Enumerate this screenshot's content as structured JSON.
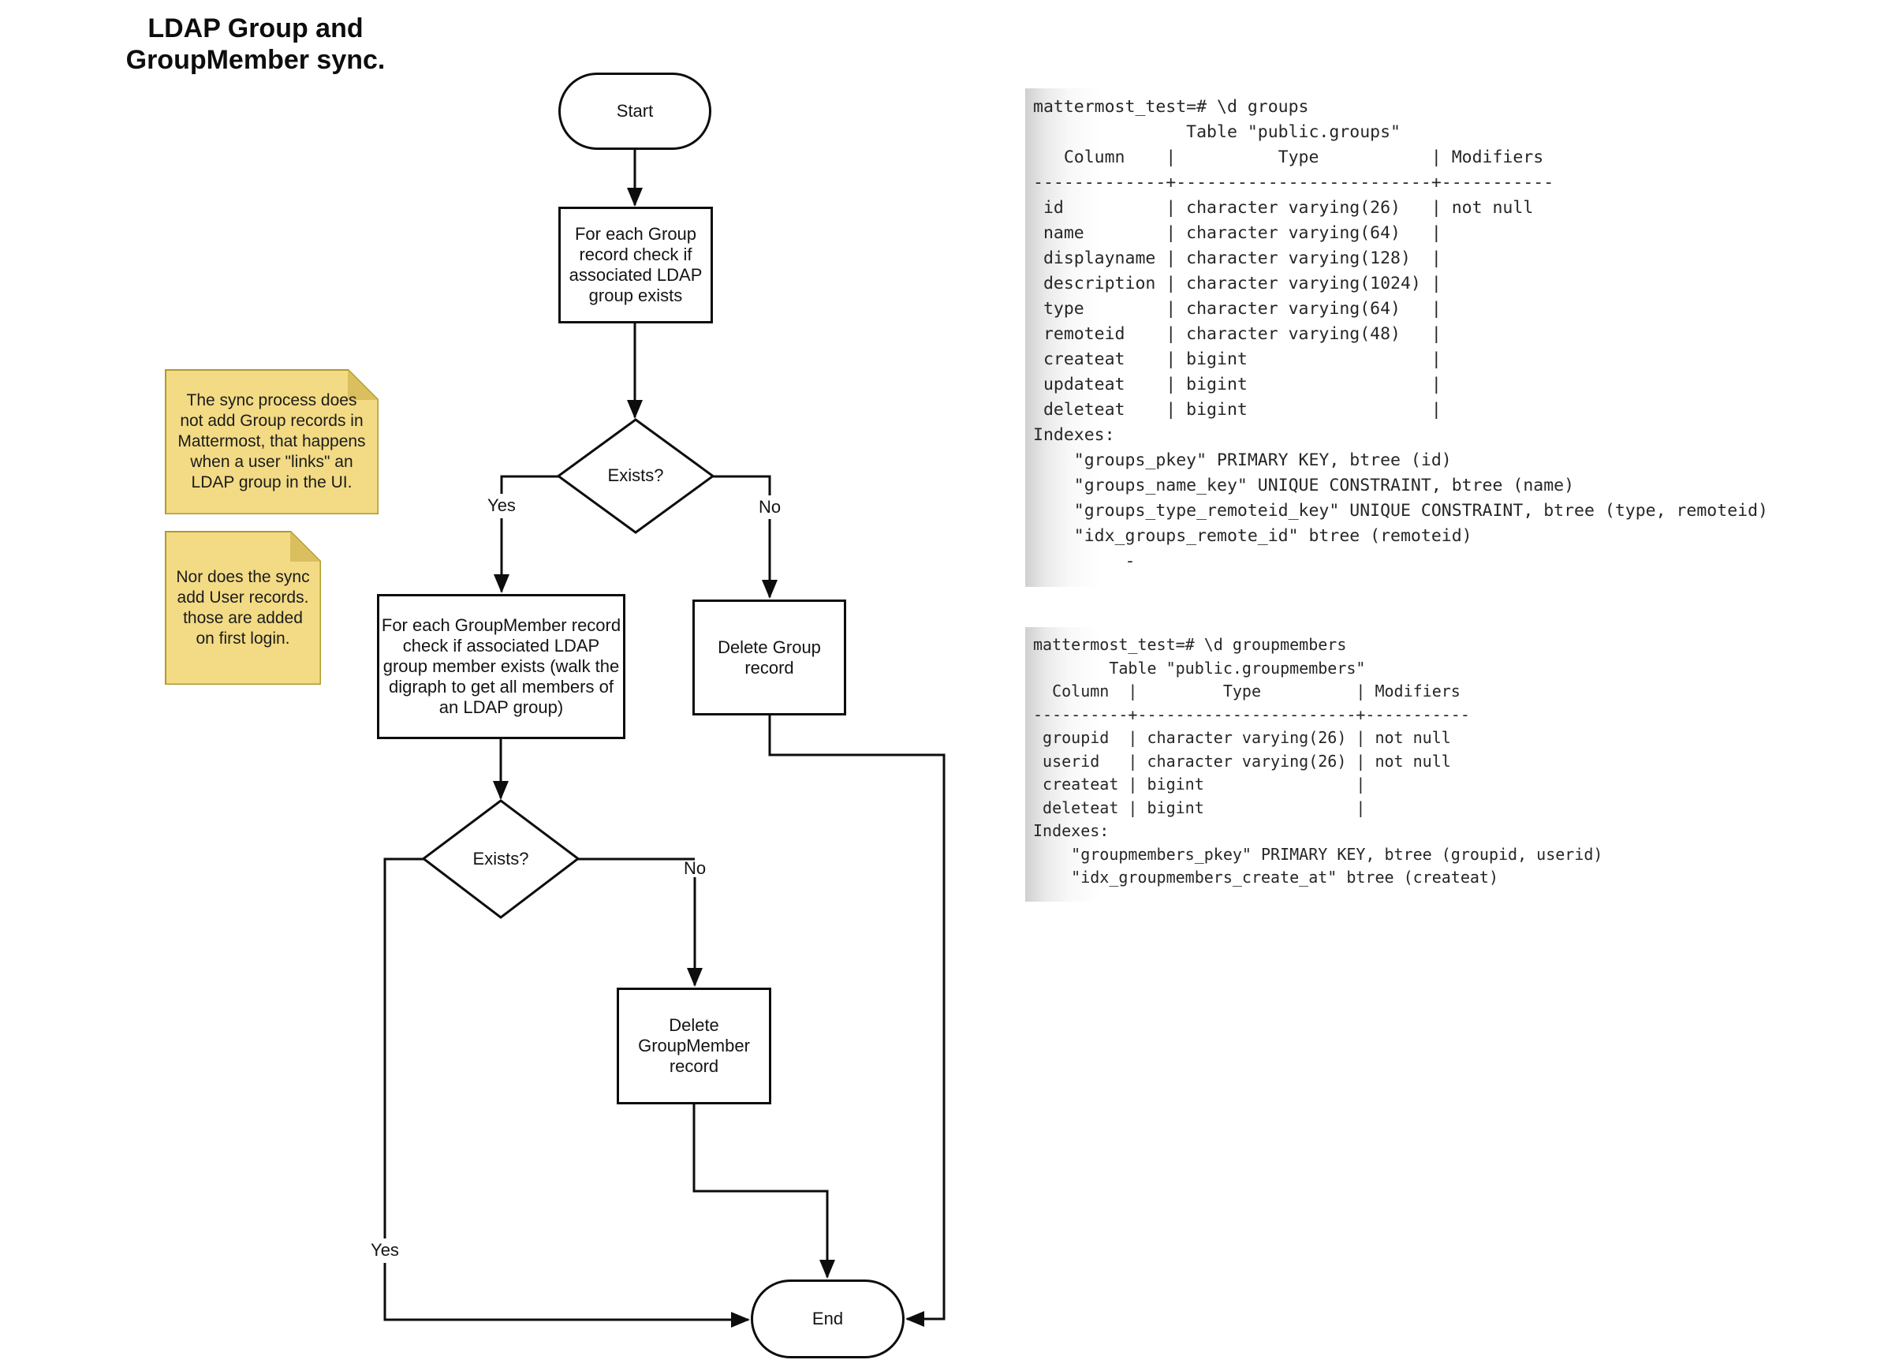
{
  "title": "LDAP Group and\nGroupMember sync.",
  "flowchart": {
    "start": "Start",
    "step_check_group": "For each Group\nrecord check if\nassociated LDAP\ngroup exists",
    "decision1": "Exists?",
    "decision1_yes": "Yes",
    "decision1_no": "No",
    "step_check_groupmember": "For each GroupMember record\ncheck if associated LDAP\ngroup member exists (walk the\ndigraph to get all members of\nan LDAP group)",
    "step_delete_group": "Delete Group\nrecord",
    "decision2": "Exists?",
    "decision2_yes": "Yes",
    "decision2_no": "No",
    "step_delete_groupmember": "Delete\nGroupMember\nrecord",
    "end": "End"
  },
  "notes": [
    {
      "text": "The sync process does\nnot add Group records in\nMattermost, that happens\nwhen a user \"links\" an\nLDAP group in the UI."
    },
    {
      "text": "Nor does the sync\nadd User records.\nthose are added\non first login."
    }
  ],
  "terminals": [
    {
      "command": "mattermost_test=# \\d groups",
      "lines": [
        "mattermost_test=# \\d groups",
        "               Table \"public.groups\"",
        "   Column    |          Type           | Modifiers",
        "-------------+-------------------------+-----------",
        " id          | character varying(26)   | not null",
        " name        | character varying(64)   |",
        " displayname | character varying(128)  |",
        " description | character varying(1024) |",
        " type        | character varying(64)   |",
        " remoteid    | character varying(48)   |",
        " createat    | bigint                  |",
        " updateat    | bigint                  |",
        " deleteat    | bigint                  |",
        "Indexes:",
        "    \"groups_pkey\" PRIMARY KEY, btree (id)",
        "    \"groups_name_key\" UNIQUE CONSTRAINT, btree (name)",
        "    \"groups_type_remoteid_key\" UNIQUE CONSTRAINT, btree (type, remoteid)",
        "    \"idx_groups_remote_id\" btree (remoteid)",
        "         -"
      ]
    },
    {
      "command": "mattermost_test=# \\d groupmembers",
      "lines": [
        "mattermost_test=# \\d groupmembers",
        "        Table \"public.groupmembers\"",
        "  Column  |         Type          | Modifiers",
        "----------+-----------------------+-----------",
        " groupid  | character varying(26) | not null",
        " userid   | character varying(26) | not null",
        " createat | bigint                |",
        " deleteat | bigint                |",
        "Indexes:",
        "    \"groupmembers_pkey\" PRIMARY KEY, btree (groupid, userid)",
        "    \"idx_groupmembers_create_at\" btree (createat)"
      ]
    }
  ],
  "colors": {
    "line": "#0d0d0d",
    "note_fill": "#f2db84",
    "note_fold": "#d9bf5e",
    "note_border": "#b2992e",
    "terminal_text": "#262626",
    "terminal_edge": "#cfcfcf"
  }
}
